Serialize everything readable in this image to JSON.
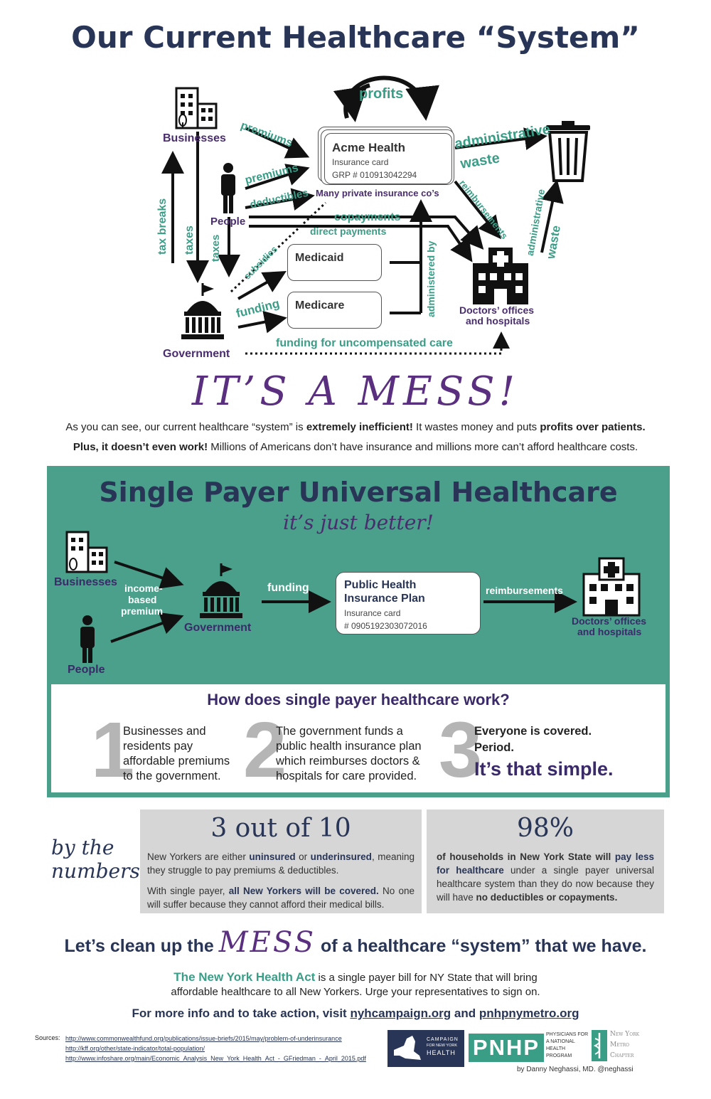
{
  "top": {
    "title": "Our Current Healthcare “System”",
    "actors": {
      "businesses": "Businesses",
      "people": "People",
      "government": "Government",
      "doctors_line1": "Doctors’ offices",
      "doctors_line2": "and hospitals"
    },
    "insurance_card": {
      "name": "Acme Health",
      "type": "Insurance card",
      "grp": "GRP # 010913042294",
      "caption": "Many private insurance co’s"
    },
    "programs": {
      "medicaid": "Medicaid",
      "medicare": "Medicare"
    },
    "flows": {
      "profits": "profits",
      "premiums_business": "premiums",
      "premiums_people": "premiums",
      "deductibles": "deductibles",
      "copayments": "copayments",
      "direct_payments": "direct payments",
      "subsidies": "subsidies",
      "funding": "funding",
      "tax_breaks": "tax breaks",
      "taxes_business": "taxes",
      "taxes_people": "taxes",
      "administered_by": "administered by",
      "admin_waste_1": "administrative",
      "admin_waste_2": "waste",
      "reimbursements": "reimbursements",
      "admin_waste_vert_1": "administrative",
      "admin_waste_vert_2": "waste",
      "uncompensated": "funding for uncompensated care"
    },
    "mess": "IT’S A MESS!",
    "desc_line1_a": "As you can see, our current healthcare “system” is ",
    "desc_line1_b": "extremely inefficient!",
    "desc_line1_c": " It wastes money and puts ",
    "desc_line1_d": "profits over patients.",
    "desc_line2_a": "Plus, it doesn’t even work!",
    "desc_line2_b": " Millions of Americans don’t have insurance and millions more can’t afford healthcare costs."
  },
  "single_payer": {
    "title": "Single Payer Universal Healthcare",
    "subtitle": "it’s just better!",
    "businesses": "Businesses",
    "people": "People",
    "premium_1": "income-",
    "premium_2": "based",
    "premium_3": "premium",
    "government": "Government",
    "funding": "funding",
    "card_name_1": "Public Health",
    "card_name_2": "Insurance Plan",
    "card_type": "Insurance card",
    "card_num": "# 0905192303072016",
    "reimbursements": "reimbursements",
    "doctors_line1": "Doctors’ offices",
    "doctors_line2": "and hospitals",
    "how_title": "How does single payer healthcare work?",
    "steps": [
      {
        "num": "1",
        "text": "Businesses and residents pay affordable premiums to the government."
      },
      {
        "num": "2",
        "text": "The government funds a public health insurance plan which reimburses doctors & hospitals for care provided."
      },
      {
        "num": "3",
        "text_a": "Everyone is covered.",
        "text_b": "Period.",
        "text_c": "It’s that simple."
      }
    ]
  },
  "numbers": {
    "label_1": "by the",
    "label_2": "numbers",
    "stat1": {
      "big": "3 out of 10",
      "p1_a": "New Yorkers are either ",
      "p1_b": "uninsured",
      "p1_c": " or ",
      "p1_d": "underinsured",
      "p1_e": ", meaning they struggle to pay premiums & deductibles.",
      "p2_a": "With single payer, ",
      "p2_b": "all New Yorkers will be covered.",
      "p2_c": " No one will suffer because they cannot afford their medical bills."
    },
    "stat2": {
      "big": "98%",
      "p_a": "of households in New York State will ",
      "p_b": "pay less for healthcare",
      "p_c": " under a single payer universal healthcare system than they do now because they will have ",
      "p_d": "no deductibles or copayments."
    }
  },
  "cta": {
    "line_a": "Let’s clean up the",
    "mess": "MESS",
    "line_b": "of a healthcare “system” that we have.",
    "act_name": "The New York Health Act",
    "act_text_1": " is a single payer bill for NY State that will bring",
    "act_text_2": "affordable healthcare to all New Yorkers. Urge your representatives to sign on.",
    "info_a": "For more info and to take action, visit ",
    "info_link1": "nyhcampaign.org",
    "info_b": " and ",
    "info_link2": "pnhpnymetro.org"
  },
  "sources": {
    "label": "Sources:",
    "links": [
      "http://www.commonwealthfund.org/publications/issue-briefs/2015/may/problem-of-underinsurance",
      "http://kff.org/other/state-indicator/total-population/",
      "http://www.infoshare.org/main/Economic_Analysis_New_York_Health_Act_-_GFriedman_-_April_2015.pdf"
    ]
  },
  "logos": {
    "campaign_1": "CAMPAIGN",
    "campaign_2": "FOR NEW YORK",
    "campaign_3": "HEALTH",
    "pnhp": "PNHP",
    "pnhp_1": "PHYSICIANS FOR",
    "pnhp_2": "A NATIONAL",
    "pnhp_3": "HEALTH",
    "pnhp_4": "PROGRAM",
    "chapter_1": "New York",
    "chapter_2": "Metro",
    "chapter_3": "Chapter",
    "credit": "by Danny Neghassi, MD. @neghassi"
  },
  "colors": {
    "navy": "#283556",
    "purple": "#4a2d6e",
    "teal": "#3a9e87",
    "panel": "#4aa08b",
    "gray": "#d6d6d6"
  }
}
